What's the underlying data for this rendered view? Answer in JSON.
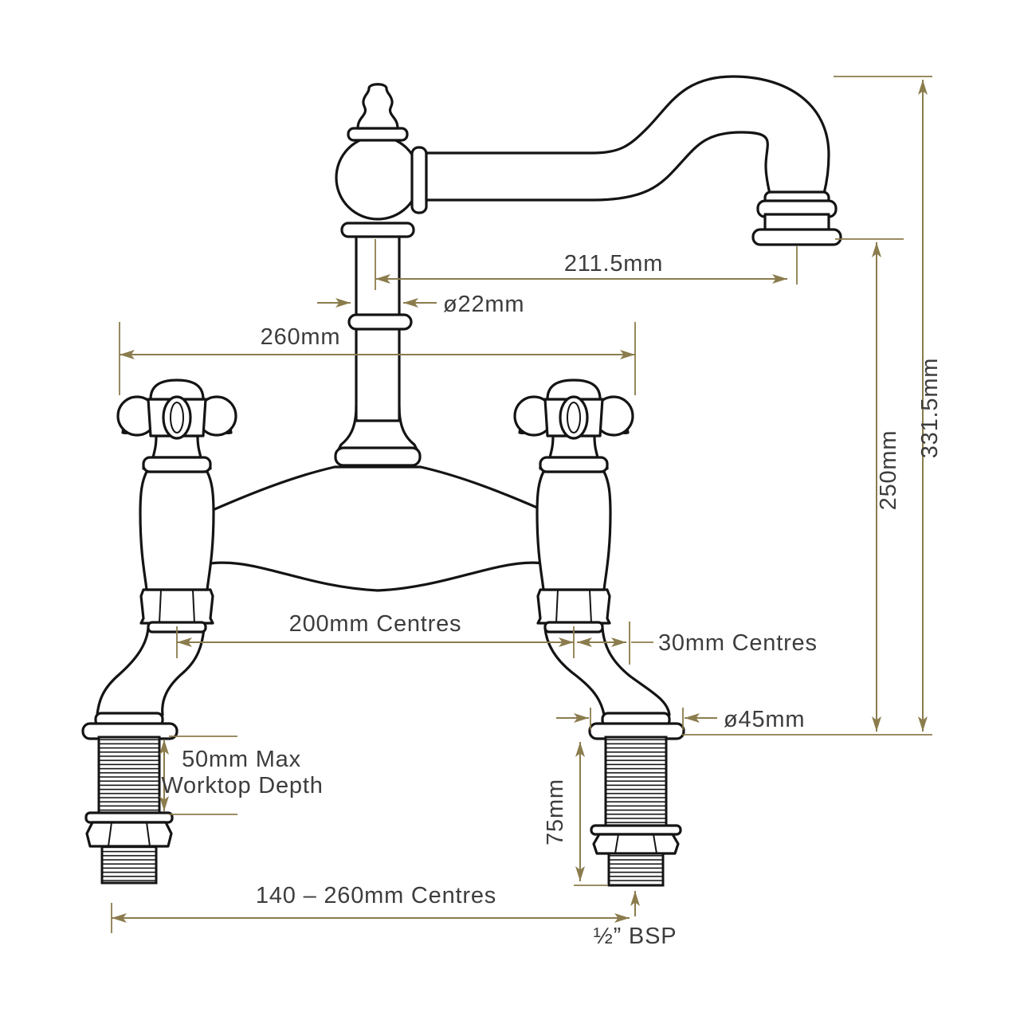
{
  "drawing": {
    "title": "Bridge kitchen mixer tap dimension diagram",
    "background_color": "#ffffff",
    "outline_color": "#141414",
    "dimension_line_color": "#8b7c4d",
    "label_color": "#3d3d3d",
    "dimensions": {
      "spout_reach": "211.5mm",
      "column_diameter": "ø22mm",
      "body_width": "260mm",
      "overall_height": "331.5mm",
      "spout_height": "250mm",
      "tap_centres": "200mm Centres",
      "offset_centres": "30mm Centres",
      "base_diameter": "ø45mm",
      "worktop_line1": "50mm Max",
      "worktop_line2": "Worktop Depth",
      "shank_length": "75mm",
      "inlet_centres": "140 – 260mm Centres",
      "thread_size": "½” BSP"
    }
  }
}
